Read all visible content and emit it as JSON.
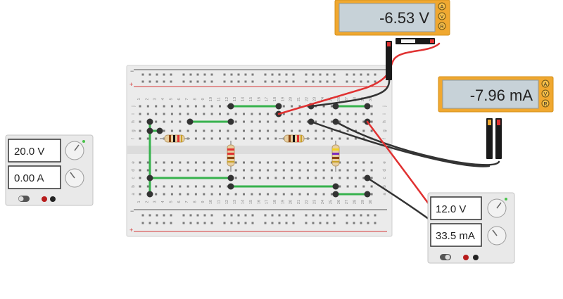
{
  "multimeter_voltage": {
    "reading": "-6.53 V",
    "modes": [
      "A",
      "V",
      "R"
    ],
    "active_mode": "V"
  },
  "multimeter_current": {
    "reading": "-7.96 mA",
    "modes": [
      "A",
      "V",
      "R"
    ],
    "active_mode": "A"
  },
  "supply_left": {
    "voltage": "20.0 V",
    "current": "0.00 A",
    "state": "off"
  },
  "supply_right": {
    "voltage": "12.0 V",
    "current": "33.5 mA",
    "state": "on"
  },
  "breadboard": {
    "column_numbers": [
      "1",
      "2",
      "3",
      "4",
      "5",
      "6",
      "7",
      "8",
      "9",
      "10",
      "11",
      "12",
      "13",
      "14",
      "15",
      "16",
      "17",
      "18",
      "19",
      "20",
      "21",
      "22",
      "23",
      "24",
      "25",
      "26",
      "27",
      "28",
      "29",
      "30"
    ],
    "top_row_letters": [
      "j",
      "i",
      "h",
      "g",
      "f"
    ],
    "bottom_row_letters": [
      "e",
      "d",
      "c",
      "b",
      "a"
    ],
    "rail_minus": "−",
    "rail_plus": "+"
  },
  "colors": {
    "wire_green": "#37b24d",
    "wire_red": "#e03131",
    "wire_black": "#333333",
    "meter_body": "#f0a830",
    "lcd": "#c7d2d8"
  }
}
